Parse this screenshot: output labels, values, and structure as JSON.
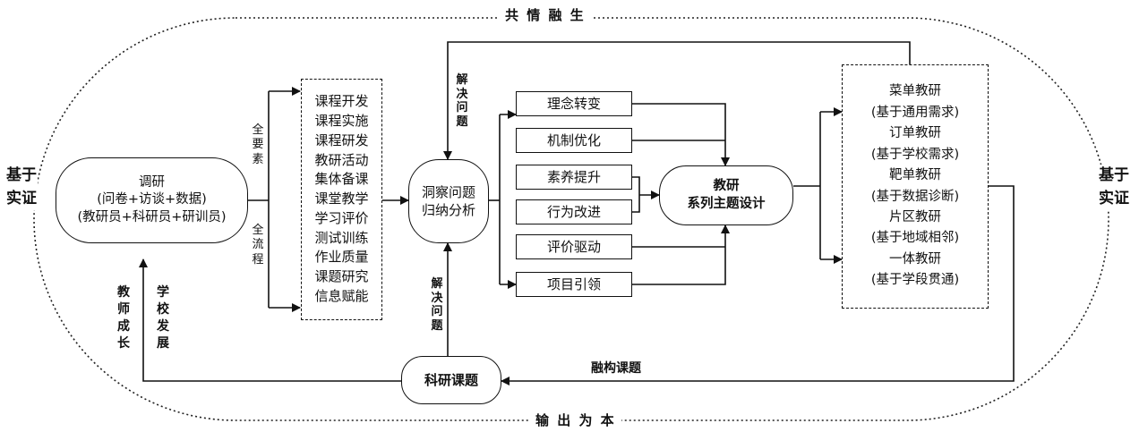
{
  "outer": {
    "top_label": "共 情 融 生",
    "bottom_label": "输 出 为 本",
    "left_label": "基于实证",
    "right_label": "基于实证"
  },
  "research": {
    "title": "调研",
    "line2": "(问卷+访谈+数据)",
    "line3": "(教研员+科研员+研训员)"
  },
  "branches": {
    "upper": "全要素",
    "lower": "全流程"
  },
  "course_list": [
    "课程开发",
    "课程实施",
    "课程研发",
    "教研活动",
    "集体备课",
    "课堂教学",
    "学习评价",
    "测试训练",
    "作业质量",
    "课题研究",
    "信息赋能"
  ],
  "insight": {
    "line1": "洞察问题",
    "line2": "归纳分析"
  },
  "middle_items": [
    "理念转变",
    "机制优化",
    "素养提升",
    "行为改进",
    "评价驱动",
    "项目引领"
  ],
  "center": {
    "line1": "教研",
    "line2": "系列主题设计"
  },
  "right_list": [
    "菜单教研",
    "(基于通用需求)",
    "订单教研",
    "(基于学校需求)",
    "靶单教研",
    "(基于数据诊断)",
    "片区教研",
    "(基于地域相邻)",
    "一体教研",
    "(基于学段贯通)"
  ],
  "project": {
    "label": "科研课题"
  },
  "labels": {
    "solve_top": "解决问题",
    "solve_bottom": "解决问题",
    "fusion": "融构课题",
    "teacher_growth": "教师成长",
    "school_dev": "学校发展"
  }
}
